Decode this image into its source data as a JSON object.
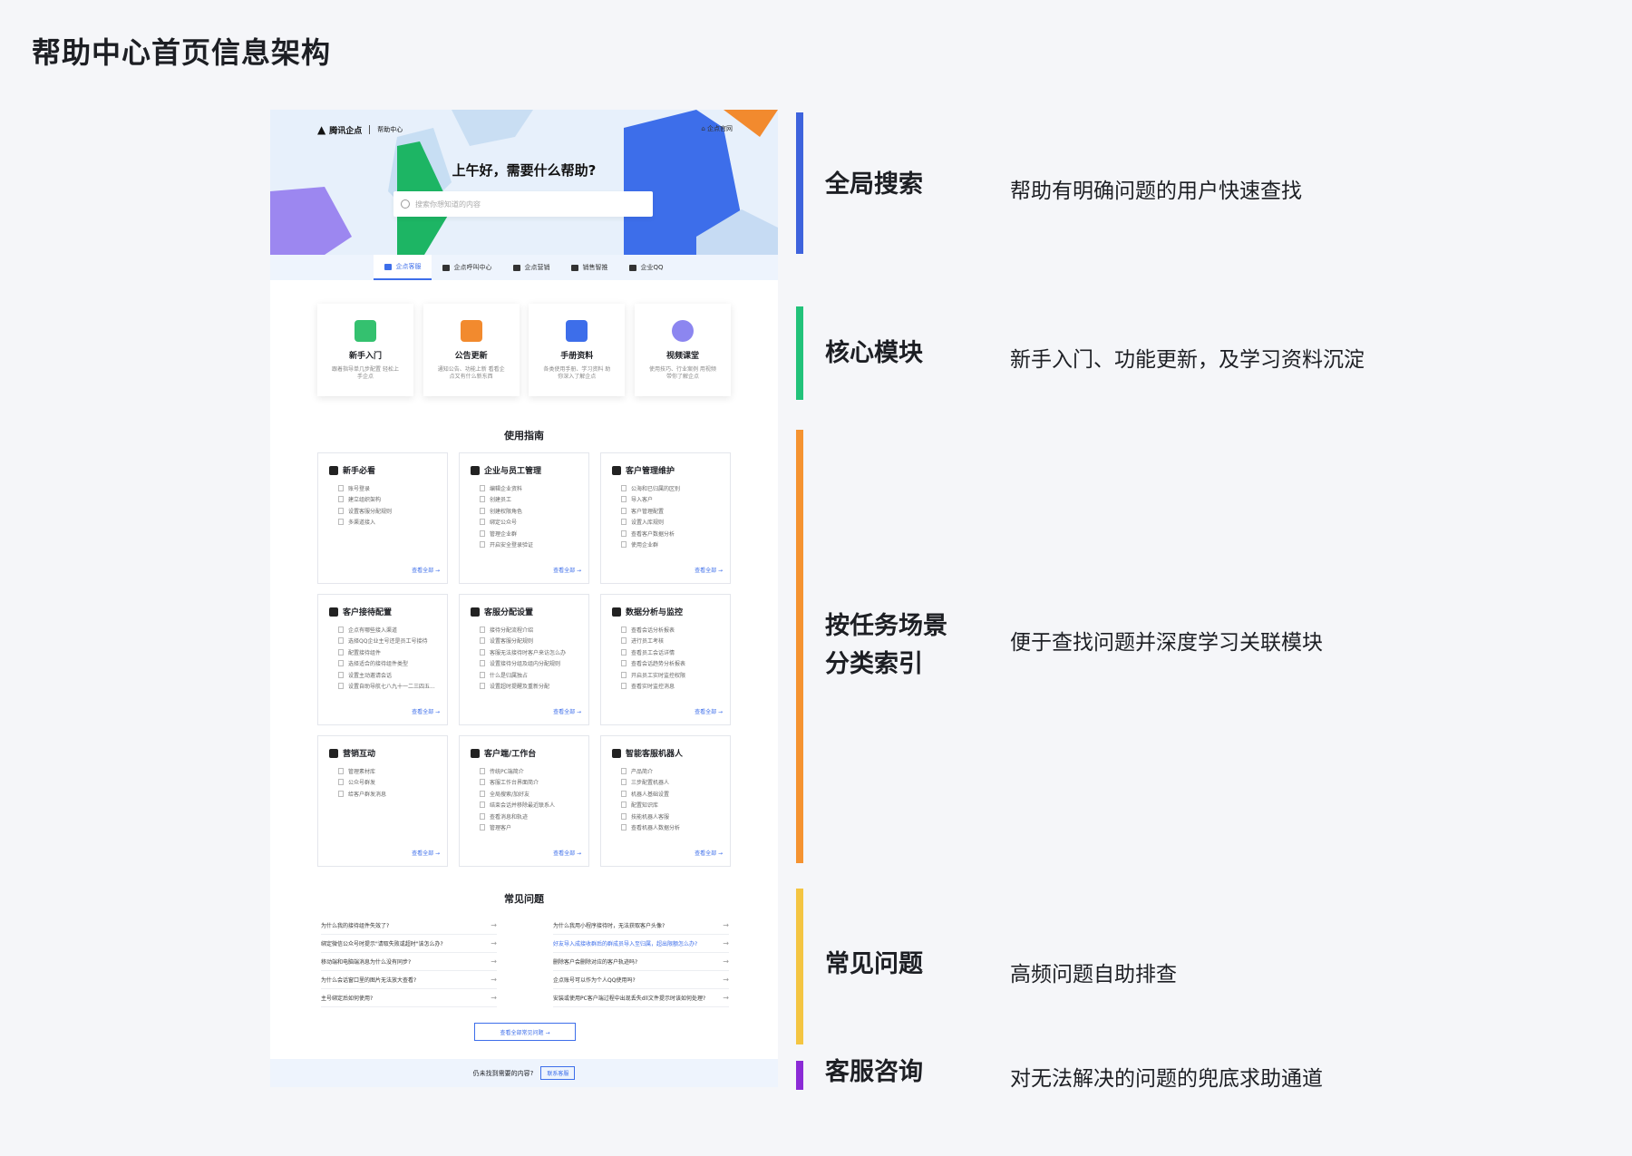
{
  "page_title": "帮助中心首页信息架构",
  "mock": {
    "logo": "腾讯企点",
    "logo_sub": "帮助中心",
    "home": "企点官网",
    "greeting": "上午好，需要什么帮助?",
    "search_placeholder": "搜索你想知道的内容",
    "tabs": [
      {
        "label": "企点客服"
      },
      {
        "label": "企点呼叫中心"
      },
      {
        "label": "企点营销"
      },
      {
        "label": "销售智推"
      },
      {
        "label": "企业QQ"
      }
    ],
    "cards": [
      {
        "name": "新手入门",
        "desc": "跟着指导单几步配置 轻松上手企点",
        "color": "#34c16f"
      },
      {
        "name": "公告更新",
        "desc": "通知公告、功能上新 看看企点又有什么新东西",
        "color": "#f28a2e"
      },
      {
        "name": "手册资料",
        "desc": "各类使用手册、学习资料 助你深入了解企点",
        "color": "#3d6eea"
      },
      {
        "name": "视频课堂",
        "desc": "使用技巧、行业案例 用视频带你了解企点",
        "color": "#8c86f0"
      }
    ],
    "guide_title": "使用指南",
    "guides": [
      {
        "title": "新手必看",
        "items": [
          "账号登录",
          "建立组织架构",
          "设置客服分配规则",
          "多渠道接入"
        ]
      },
      {
        "title": "企业与员工管理",
        "items": [
          "编辑企业资料",
          "创建员工",
          "创建权限角色",
          "绑定公众号",
          "管理企业群",
          "开启安全登录验证"
        ]
      },
      {
        "title": "客户管理维护",
        "items": [
          "公海和已归属的区别",
          "导入客户",
          "客户管理配置",
          "设置入库规则",
          "查看客户数据分析",
          "使用企业群"
        ]
      },
      {
        "title": "客户接待配置",
        "items": [
          "企点有哪些接入渠道",
          "选择QQ企业主号还是员工号接待",
          "配置接待组件",
          "选择适合的接待组件类型",
          "设置主动邀请会话",
          "设置自助导航七八九十一二三四五..."
        ]
      },
      {
        "title": "客服分配设置",
        "items": [
          "接待分配流程介绍",
          "设置客服分配规则",
          "客服无法接待时客户来访怎么办",
          "设置接待分组及组内分配规则",
          "什么是归属独占",
          "设置超时提醒及重新分配"
        ]
      },
      {
        "title": "数据分析与监控",
        "items": [
          "查看会话分析报表",
          "进行员工考核",
          "查看员工会话详情",
          "查看会话趋势分析报表",
          "开启员工实时监控权限",
          "查看实时监控消息"
        ]
      },
      {
        "title": "营销互动",
        "items": [
          "管理素材库",
          "公众号群发",
          "给客户群发消息"
        ]
      },
      {
        "title": "客户端/工作台",
        "items": [
          "传统PC端简介",
          "客服工作台界面简介",
          "全局搜索/加好友",
          "结束会话并移除最近联系人",
          "查看消息和轨迹",
          "管理客户"
        ]
      },
      {
        "title": "智能客服机器人",
        "items": [
          "产品简介",
          "三步配置机器人",
          "机器人基础设置",
          "配置知识库",
          "技能机器人客服",
          "查看机器人数据分析"
        ]
      }
    ],
    "more": "查看全部 →",
    "faq_title": "常见问题",
    "faq_left": [
      "为什么我的接待组件失效了?",
      "绑定微信公众号时提示\"请取失败或超时\"该怎么办?",
      "移动端和电脑端消息为什么没有同步?",
      "为什么会话窗口里的图片无法放大查看?",
      "主号绑定后如何使用?"
    ],
    "faq_right": [
      "为什么我用小程序接待时，无法获取客户头像?",
      "好友导入成接收群后的群成员导入至归属，超出限额怎么办?",
      "删除客户会删除对应的客户轨迹吗?",
      "企点账号可以作为个人QQ使用吗?",
      "安装或使用PC客户端过程中出现丢失dll文件提示时该如何处理?"
    ],
    "all_faq": "查看全部常见问题 →",
    "footer_text": "仍未找到需要的内容?",
    "footer_btn": "联系客服"
  },
  "sections": [
    {
      "label": "全局搜索",
      "desc": "帮助有明确问题的用户快速查找",
      "color": "#3e63dd"
    },
    {
      "label": "核心模块",
      "desc": "新手入门、功能更新，及学习资料沉淀",
      "color": "#22c27a"
    },
    {
      "label": "按任务场景",
      "label2": "分类索引",
      "desc": "便于查找问题并深度学习关联模块",
      "color": "#f59331"
    },
    {
      "label": "常见问题",
      "desc": "高频问题自助排查",
      "color": "#f4c542"
    },
    {
      "label": "客服咨询",
      "desc": "对无法解决的问题的兜底求助通道",
      "color": "#8b2bd6"
    }
  ]
}
